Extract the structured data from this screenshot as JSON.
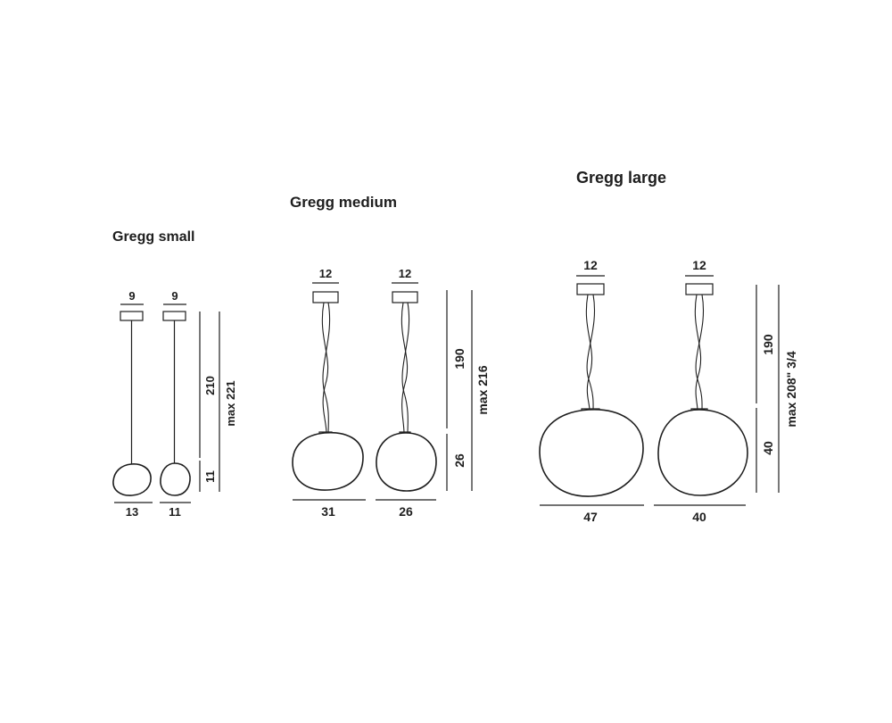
{
  "groups": {
    "small": {
      "title": "Gregg small",
      "lamp1": {
        "canopy_width": "9",
        "globe_width": "13"
      },
      "lamp2": {
        "canopy_width": "9",
        "globe_width": "11"
      },
      "cable_height": "210",
      "globe_height": "11",
      "max_height": "max 221"
    },
    "medium": {
      "title": "Gregg medium",
      "lamp1": {
        "canopy_width": "12",
        "globe_width": "31"
      },
      "lamp2": {
        "canopy_width": "12",
        "globe_width": "26"
      },
      "cable_height": "190",
      "globe_height": "26",
      "max_height": "max 216"
    },
    "large": {
      "title": "Gregg large",
      "lamp1": {
        "canopy_width": "12",
        "globe_width": "47"
      },
      "lamp2": {
        "canopy_width": "12",
        "globe_width": "40"
      },
      "cable_height": "190",
      "globe_height": "40",
      "max_height": "max 208\" 3/4"
    }
  }
}
